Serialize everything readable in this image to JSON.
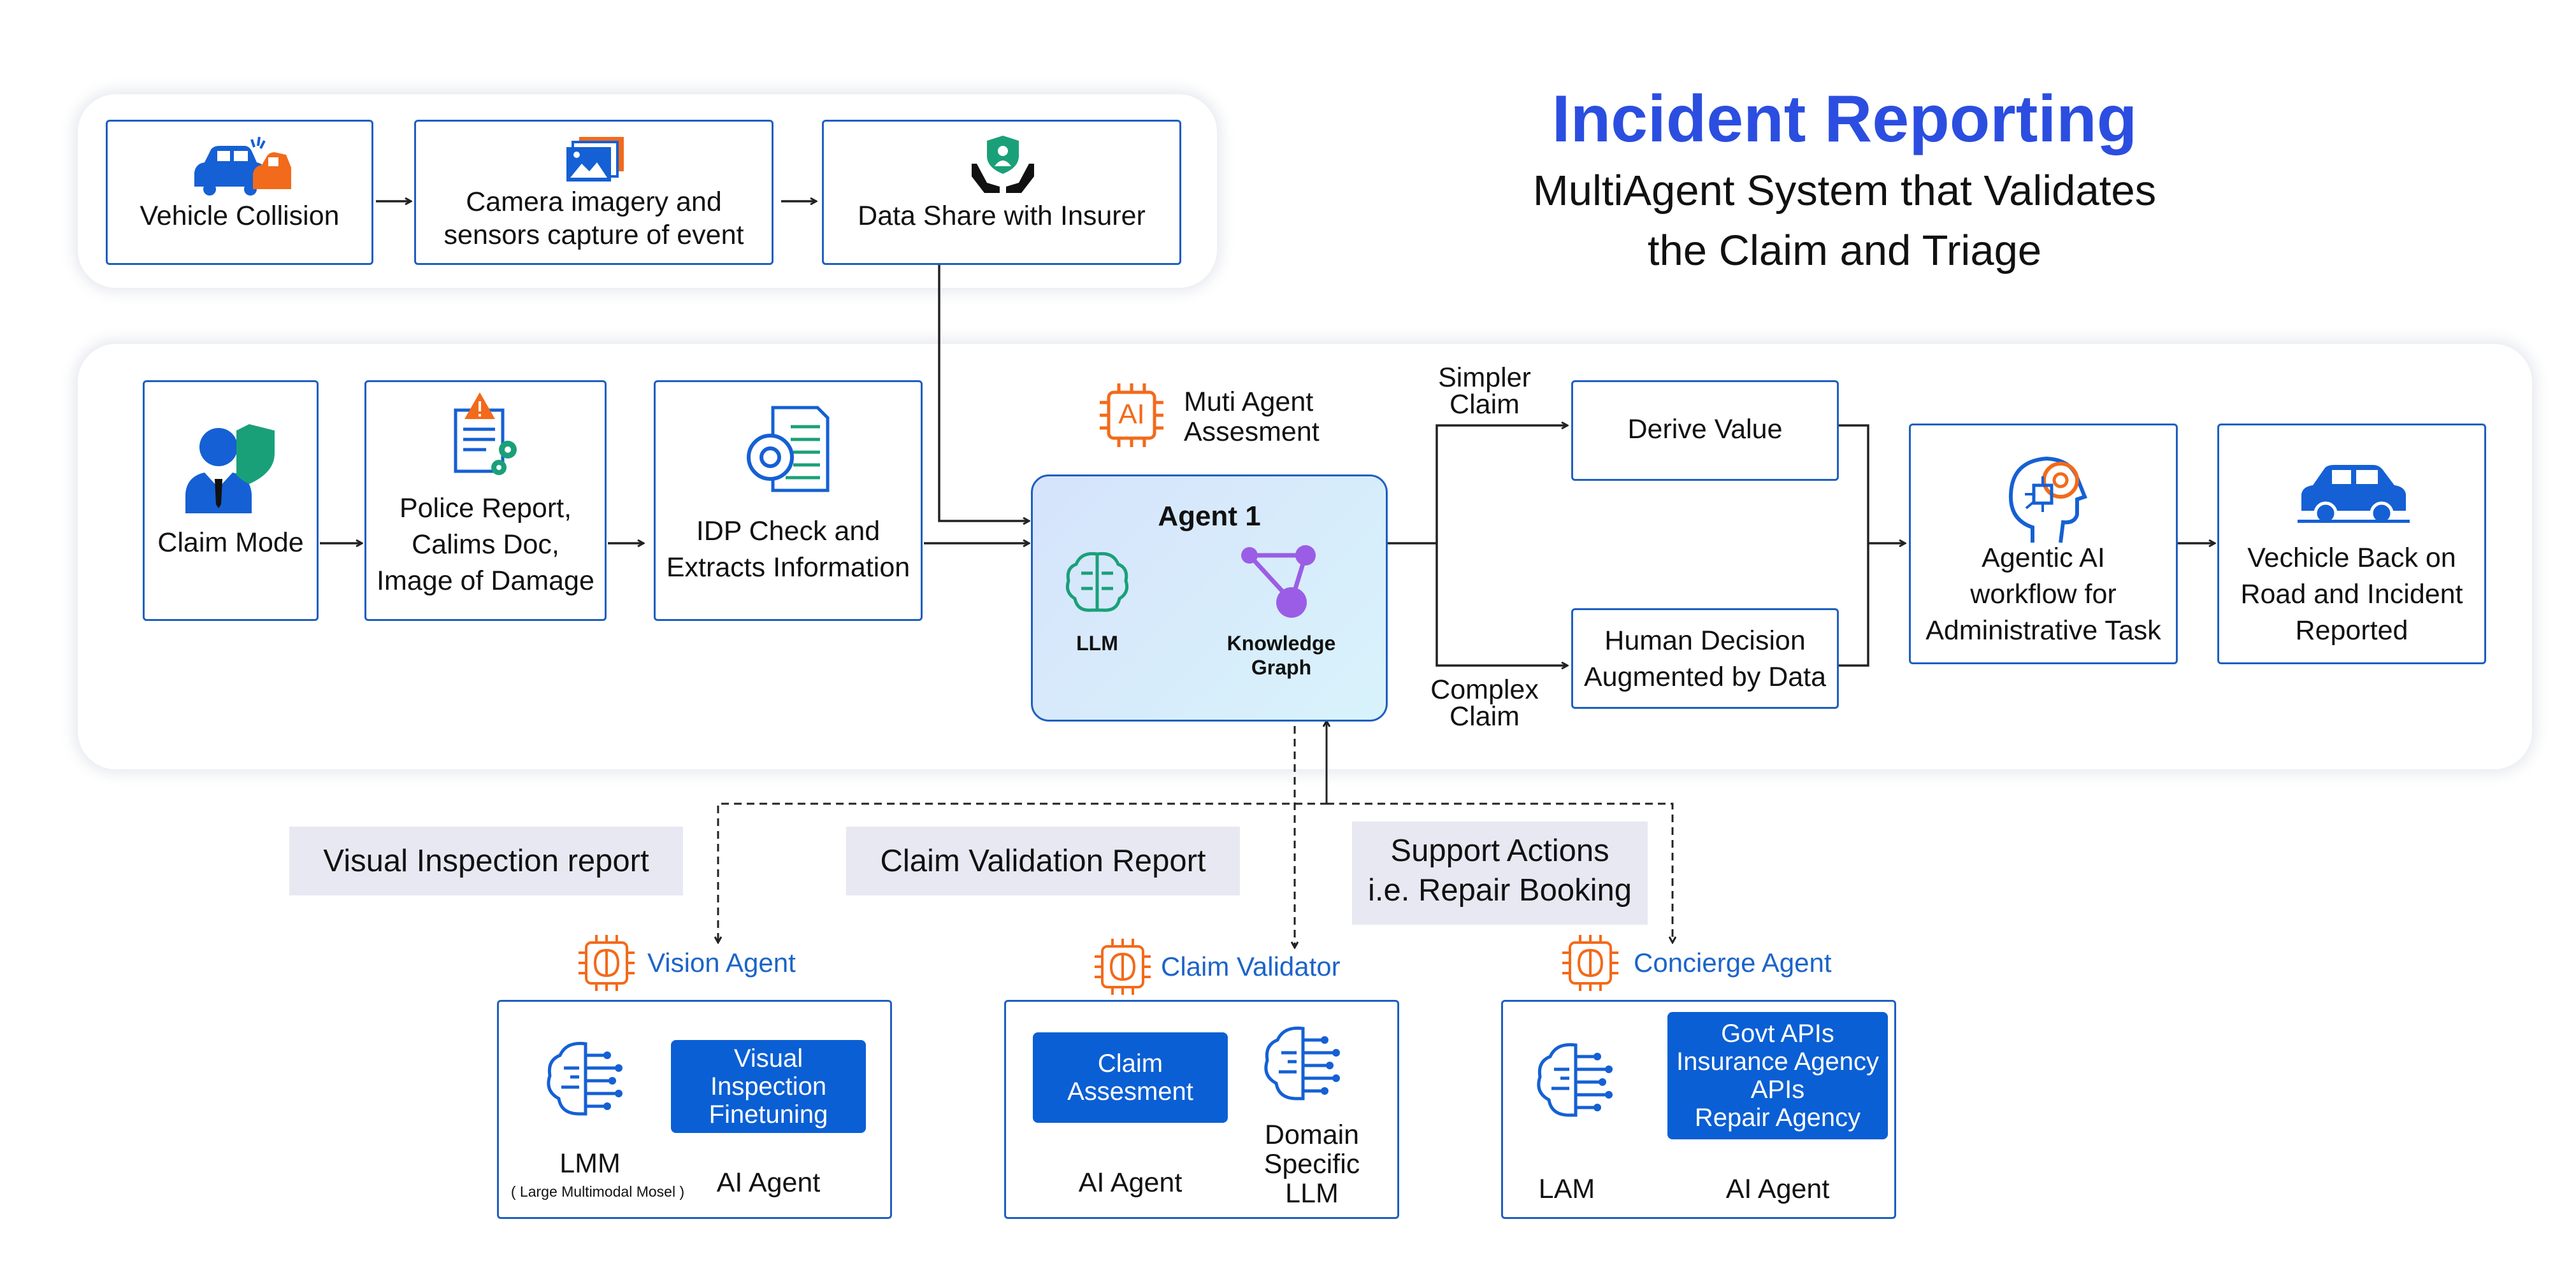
{
  "title": {
    "heading": "Incident Reporting",
    "sub_line1": "MultiAgent System that Validates",
    "sub_line2": "the Claim and Triage"
  },
  "top_flow": {
    "vehicle_collision": "Vehicle Collision",
    "camera_line1": "Camera imagery and",
    "camera_line2": "sensors capture of event",
    "data_share": "Data Share with Insurer"
  },
  "main_flow": {
    "claim_mode": "Claim Mode",
    "police_line1": "Police Report,",
    "police_line2": "Calims Doc,",
    "police_line3": "Image of Damage",
    "idp_line1": "IDP Check and",
    "idp_line2": "Extracts Information",
    "ai_badge": "AI",
    "multi_agent_line1": "Muti Agent",
    "multi_agent_line2": "Assesment",
    "agent1_title": "Agent 1",
    "llm_label": "LLM",
    "kg_line1": "Knowledge",
    "kg_line2": "Graph",
    "simpler_line1": "Simpler",
    "simpler_line2": "Claim",
    "complex_line1": "Complex",
    "complex_line2": "Claim",
    "derive_value": "Derive Value",
    "human_line1": "Human Decision",
    "human_line2": "Augmented by Data",
    "agentic_line1": "Agentic AI",
    "agentic_line2": "workflow for",
    "agentic_line3": "Administrative Task",
    "vehicle_back_line1": "Vechicle Back on",
    "vehicle_back_line2": "Road and Incident",
    "vehicle_back_line3": "Reported"
  },
  "reports": {
    "visual": "Visual Inspection report",
    "claim_validation": "Claim Validation Report",
    "support_line1": "Support Actions",
    "support_line2": "i.e. Repair Booking"
  },
  "agents": {
    "vision": {
      "name": "Vision Agent",
      "lmm": "LMM",
      "lmm_note": "( Large Multimodal Mosel )",
      "button_line1": "Visual",
      "button_line2": "Inspection",
      "button_line3": "Finetuning",
      "ai_agent": "AI Agent"
    },
    "validator": {
      "name": "Claim Validator",
      "button_line1": "Claim",
      "button_line2": "Assesment",
      "ai_agent": "AI Agent",
      "domain_line1": "Domain",
      "domain_line2": "Specific",
      "domain_line3": "LLM"
    },
    "concierge": {
      "name": "Concierge Agent",
      "lam": "LAM",
      "button_line1": "Govt APIs",
      "button_line2": "Insurance Agency",
      "button_line3": "APIs",
      "button_line4": "Repair Agency",
      "ai_agent": "AI Agent"
    }
  },
  "colors": {
    "accent_blue": "#2b4ee0",
    "box_border": "#1f5fbf",
    "button_blue": "#0b5fd4",
    "orange": "#f26a1b",
    "panel_bg": "#ffffff",
    "report_bg": "#e8e8f3"
  }
}
